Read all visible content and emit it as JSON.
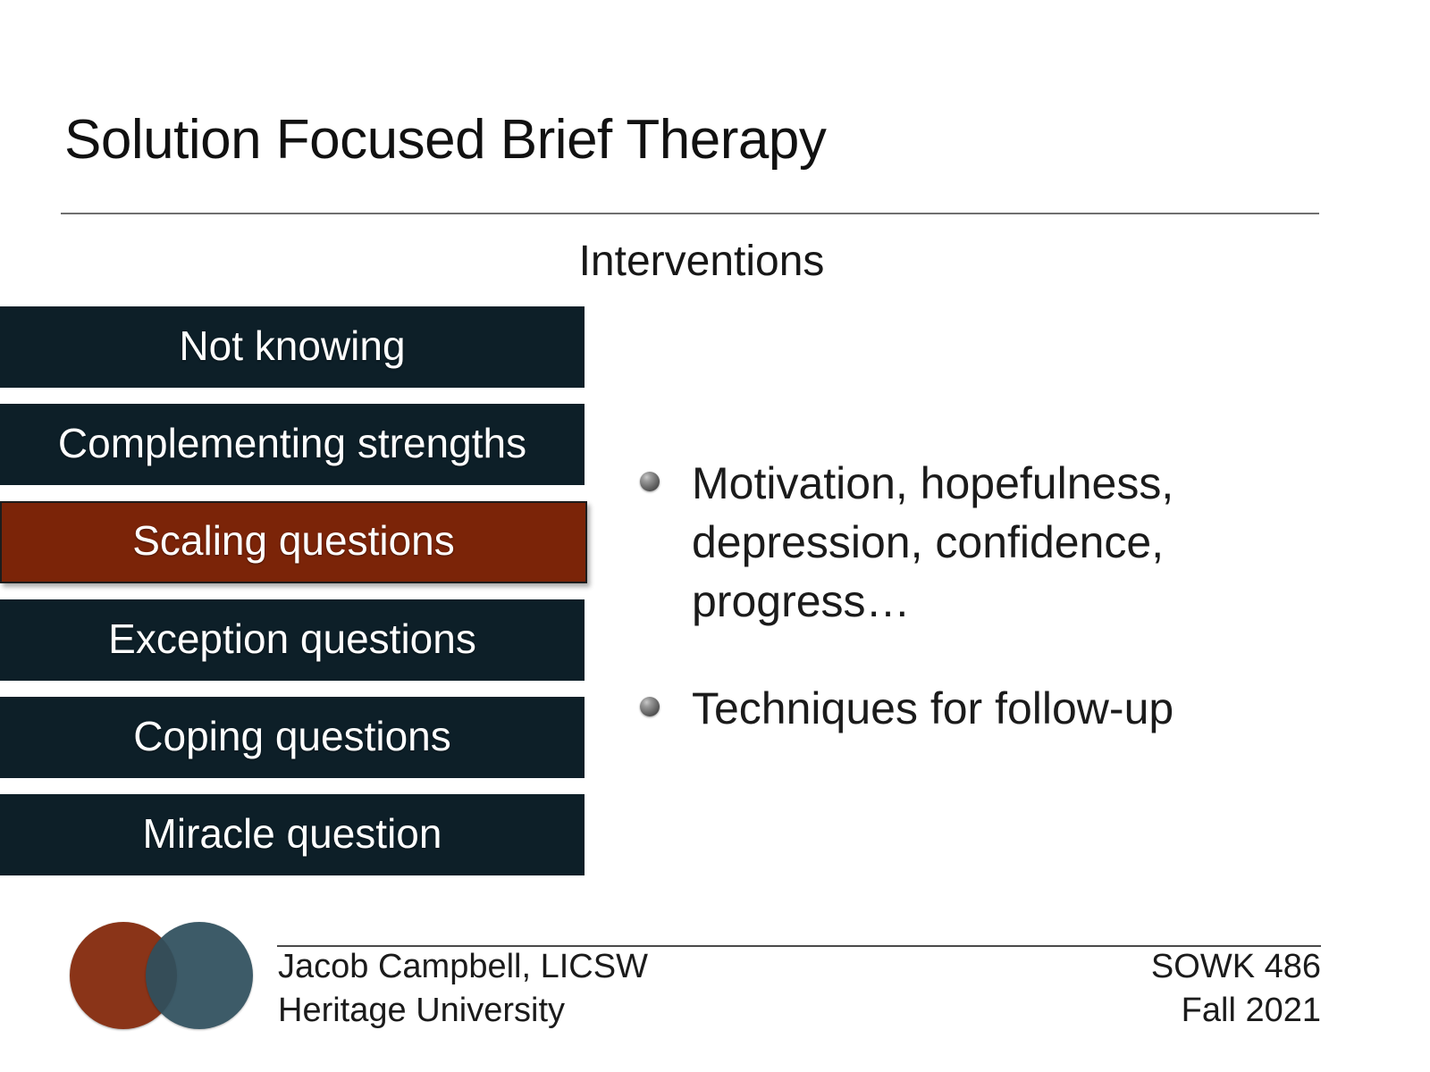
{
  "slide": {
    "title": "Solution Focused Brief Therapy",
    "subtitle": "Interventions"
  },
  "interventions": {
    "items": [
      {
        "label": "Not knowing",
        "highlighted": false
      },
      {
        "label": "Complementing strengths",
        "highlighted": false
      },
      {
        "label": "Scaling questions",
        "highlighted": true
      },
      {
        "label": "Exception questions",
        "highlighted": false
      },
      {
        "label": "Coping questions",
        "highlighted": false
      },
      {
        "label": "Miracle question",
        "highlighted": false
      }
    ]
  },
  "bullets": {
    "items": [
      {
        "text": "Motivation, hopefulness, depression, confidence, progress…"
      },
      {
        "text": "Techniques for follow-up"
      }
    ]
  },
  "footer": {
    "presenter": "Jacob Campbell, LICSW",
    "institution": "Heritage University",
    "course": "SOWK 486",
    "term": "Fall 2021",
    "logo": {
      "left_circle_name": "rust-circle",
      "right_circle_name": "teal-circle"
    }
  },
  "colors": {
    "bar_default": "#0d1f28",
    "bar_highlight": "#7b2408",
    "bar_text": "#ffffff",
    "body_text": "#1b1b1b",
    "rule": "#6f6f6f",
    "logo_rust": "#8a3418",
    "logo_teal": "#2f4f5d",
    "background": "#ffffff"
  }
}
